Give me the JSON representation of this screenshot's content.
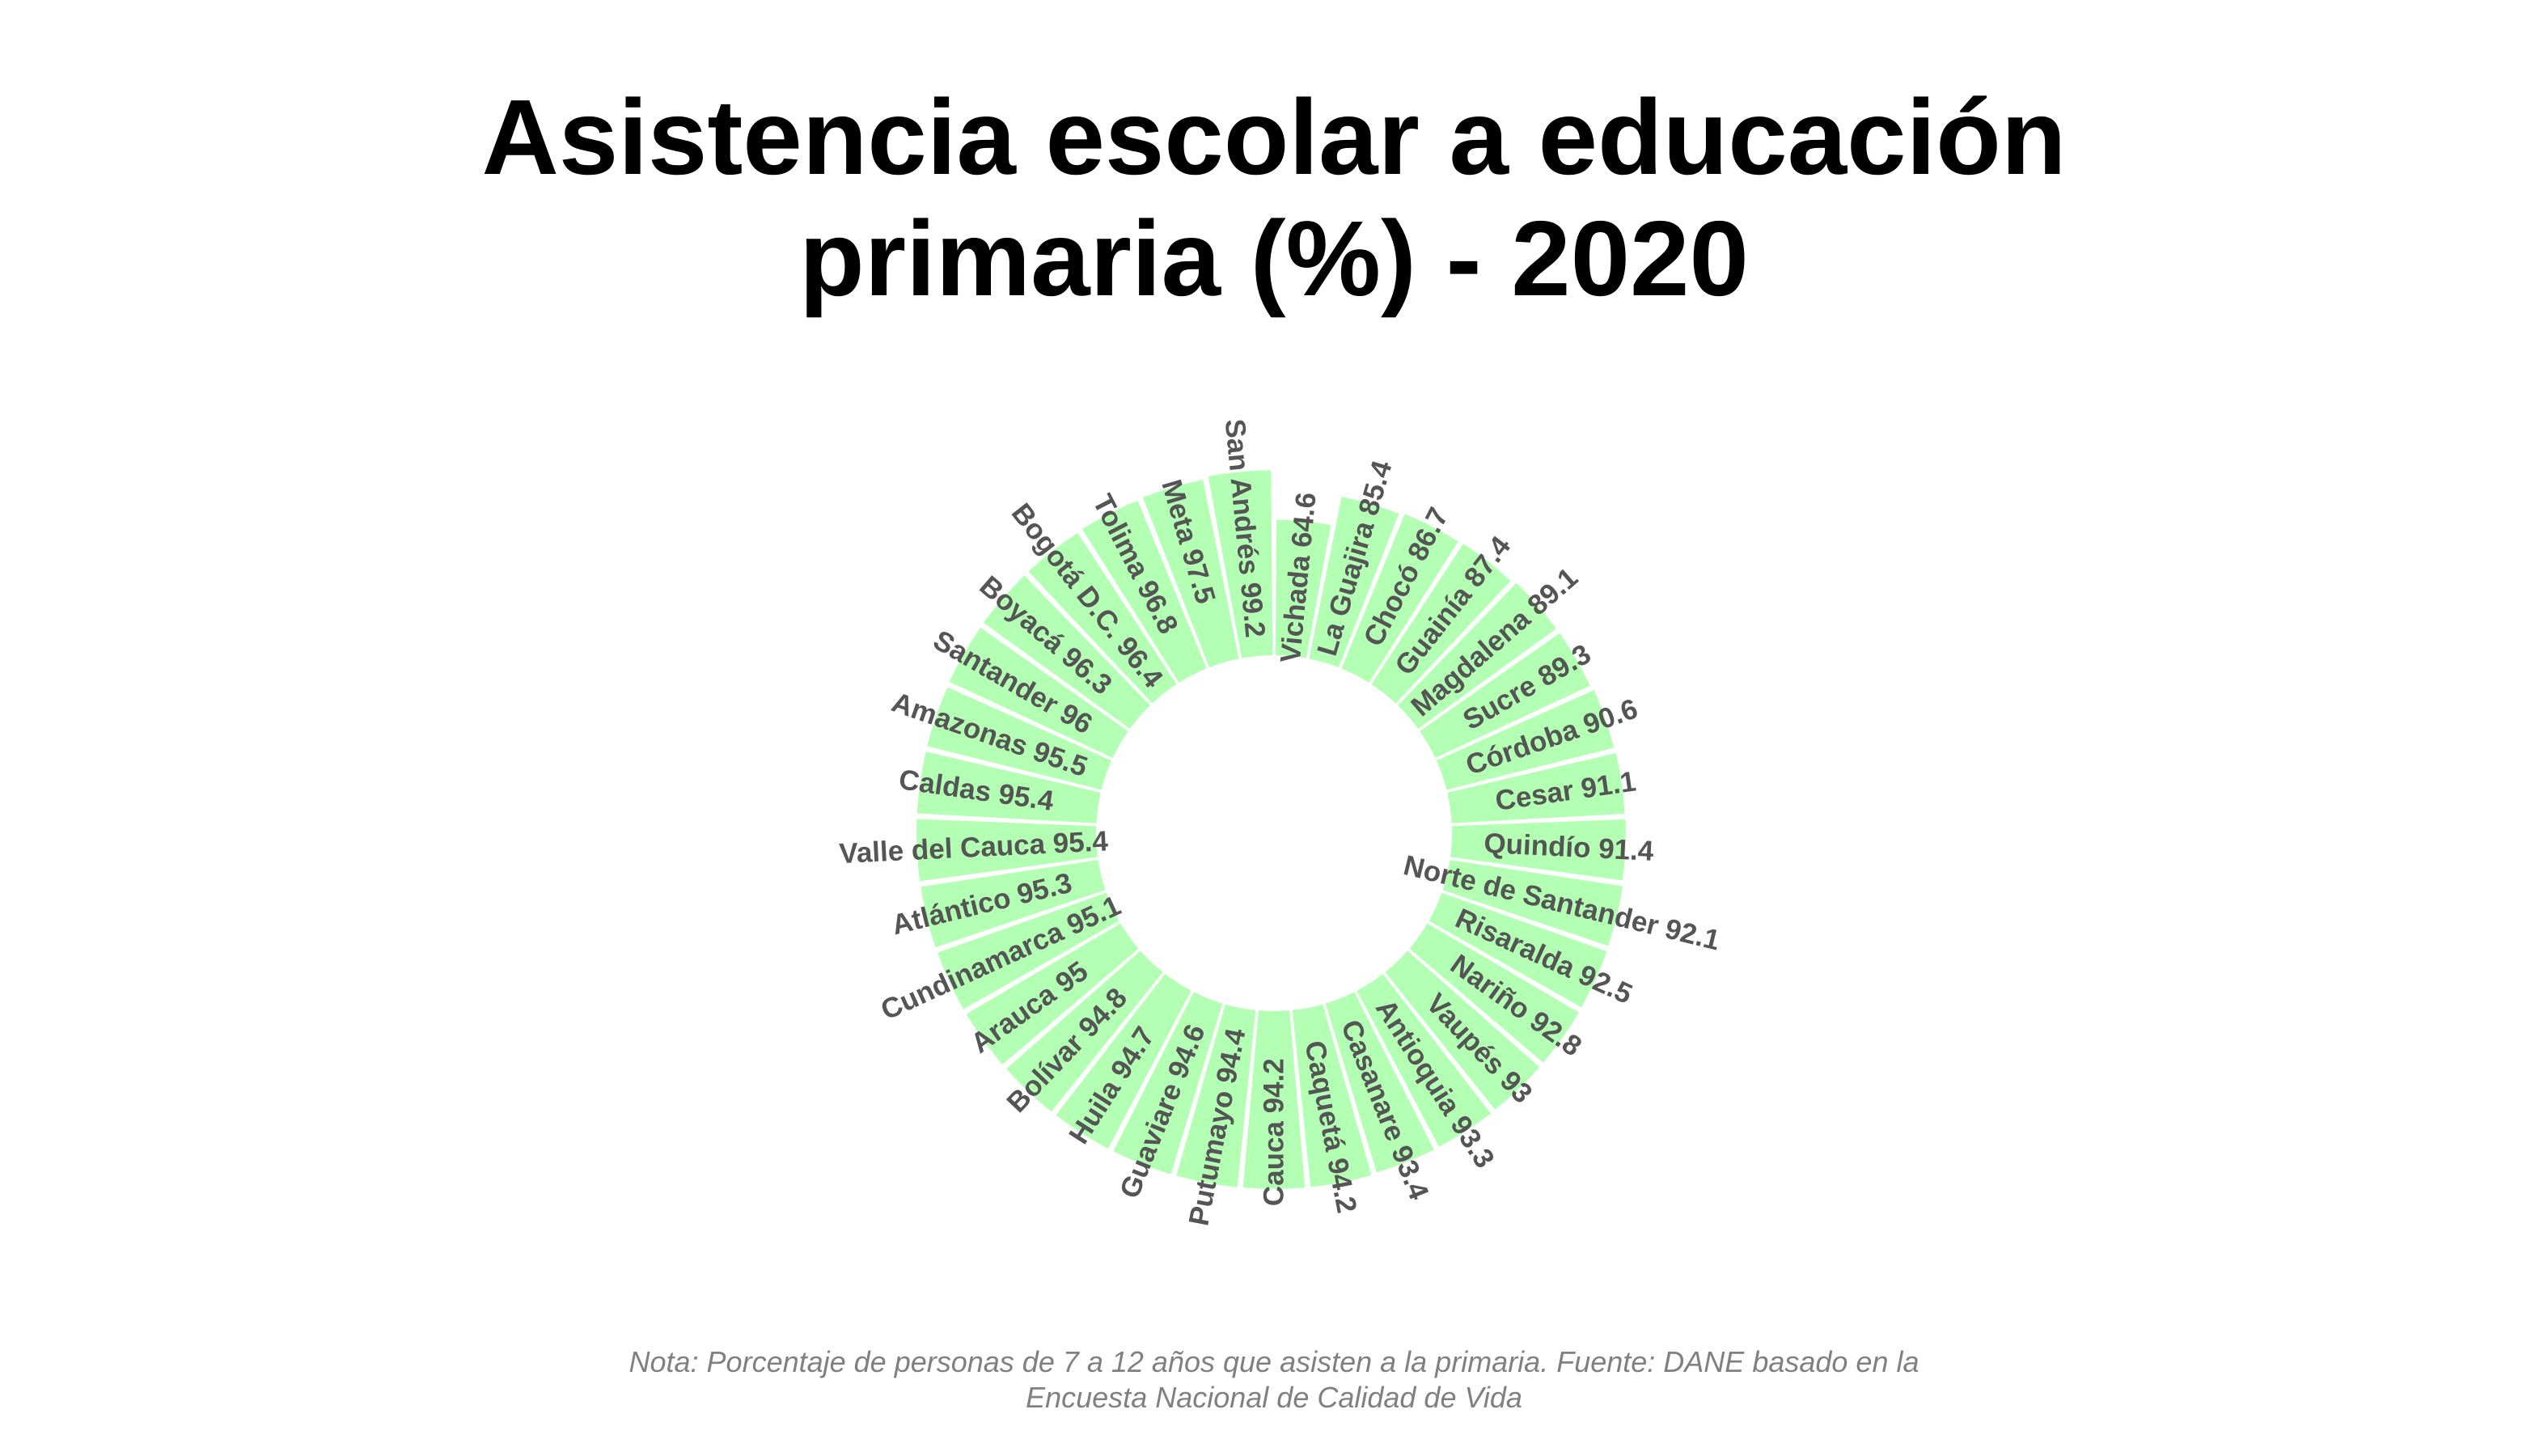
{
  "chart_data": {
    "type": "bar",
    "layout": "circular",
    "title_lines": [
      "Asistencia escolar a educación",
      "primaria (%) - 2020"
    ],
    "caption_lines": [
      "Nota: Porcentaje de personas de 7 a 12 años que asisten a la primaria. Fuente: DANE basado en la",
      "Encuesta Nacional de Calidad de Vida"
    ],
    "bar_color": "#b3ffb3",
    "label_color": "#555555",
    "ylim": [
      0,
      100
    ],
    "grid": false,
    "legend": "none",
    "categories": [
      "Vichada",
      "La Guajira",
      "Chocó",
      "Guainía",
      "Magdalena",
      "Sucre",
      "Córdoba",
      "Cesar",
      "Quindío",
      "Norte de Santander",
      "Risaralda",
      "Nariño",
      "Vaupés",
      "Antioquia",
      "Casanare",
      "Caquetá",
      "Cauca",
      "Putumayo",
      "Guaviare",
      "Huila",
      "Bolívar",
      "Arauca",
      "Cundinamarca",
      "Atlántico",
      "Valle del Cauca",
      "Caldas",
      "Amazonas",
      "Santander",
      "Boyacá",
      "Bogotá D.C.",
      "Tolima",
      "Meta",
      "San Andrés"
    ],
    "values": [
      64.6,
      85.4,
      86.7,
      87.4,
      89.1,
      89.3,
      90.6,
      91.1,
      91.4,
      92.1,
      92.5,
      92.8,
      93,
      93.3,
      93.4,
      94.2,
      94.2,
      94.4,
      94.6,
      94.7,
      94.8,
      95,
      95.1,
      95.3,
      95.4,
      95.4,
      95.5,
      96,
      96.3,
      96.4,
      96.8,
      97.5,
      99.2
    ],
    "labels": [
      "Vichada 64.6",
      "La Guajira 85.4",
      "Chocó 86.7",
      "Guainía 87.4",
      "Magdalena 89.1",
      "Sucre 89.3",
      "Córdoba 90.6",
      "Cesar 91.1",
      "Quindío 91.4",
      "Norte de Santander 92.1",
      "Risaralda 92.5",
      "Nariño 92.8",
      "Vaupés 93",
      "Antioquia 93.3",
      "Casanare 93.4",
      "Caquetá 94.2",
      "Cauca 94.2",
      "Putumayo 94.4",
      "Guaviare 94.6",
      "Huila 94.7",
      "Bolívar 94.8",
      "Arauca 95",
      "Cundinamarca 95.1",
      "Atlántico 95.3",
      "Valle del Cauca 95.4",
      "Caldas 95.4",
      "Amazonas 95.5",
      "Santander 96",
      "Boyacá 96.3",
      "Bogotá D.C. 96.4",
      "Tolima 96.8",
      "Meta 97.5",
      "San Andrés 99.2"
    ]
  }
}
